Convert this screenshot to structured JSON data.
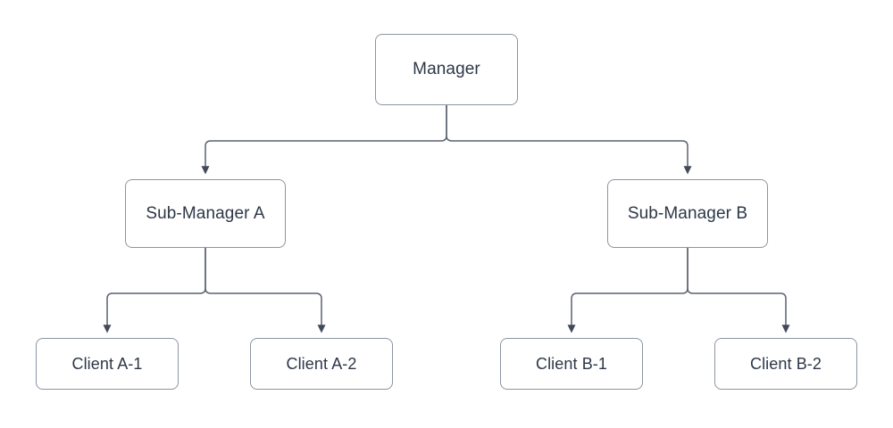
{
  "diagram": {
    "type": "hierarchy-tree",
    "orientation": "top-down",
    "background_color": "#ffffff",
    "node_fill": "#ffffff",
    "node_border_color": "#8b95a3",
    "node_text_color": "#2d3748",
    "edge_color": "#5a6270",
    "nodes": {
      "root": {
        "label": "Manager"
      },
      "mid_a": {
        "label": "Sub-Manager A"
      },
      "mid_b": {
        "label": "Sub-Manager B"
      },
      "leaf_a1": {
        "label": "Client A-1"
      },
      "leaf_a2": {
        "label": "Client A-2"
      },
      "leaf_b1": {
        "label": "Client B-1"
      },
      "leaf_b2": {
        "label": "Client B-2"
      }
    },
    "edges": [
      {
        "from": "root",
        "to": "mid_a",
        "arrow": true
      },
      {
        "from": "root",
        "to": "mid_b",
        "arrow": true
      },
      {
        "from": "mid_a",
        "to": "leaf_a1",
        "arrow": true
      },
      {
        "from": "mid_a",
        "to": "leaf_a2",
        "arrow": true
      },
      {
        "from": "mid_b",
        "to": "leaf_b1",
        "arrow": true
      },
      {
        "from": "mid_b",
        "to": "leaf_b2",
        "arrow": true
      }
    ]
  }
}
